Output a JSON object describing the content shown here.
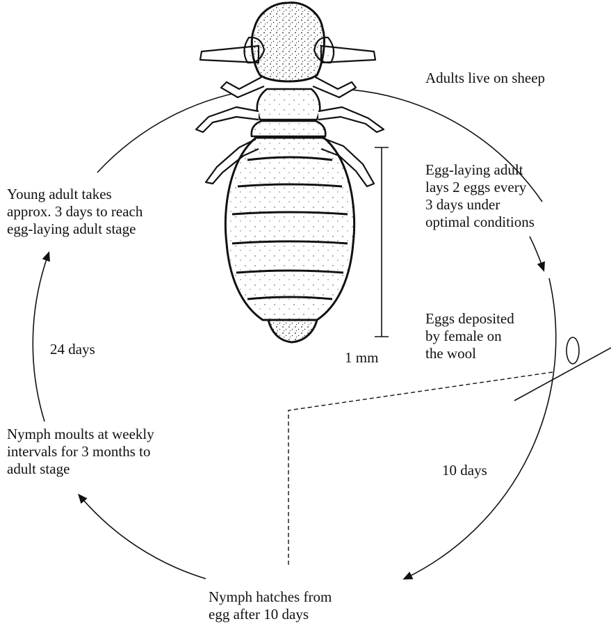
{
  "labels": {
    "adults_live": "Adults live on sheep",
    "egg_laying": "Egg-laying adult\nlays 2 eggs every\n3 days under\noptimal conditions",
    "young_adult": "Young adult takes\napprox. 3 days to reach\negg-laying adult stage",
    "eggs_deposited": "Eggs deposited\nby female on\nthe wool",
    "scale_bar": "1 mm",
    "days_24": "24 days",
    "days_10": "10 days",
    "nymph_moults": "Nymph moults at weekly\nintervals for 3 months to\nadult stage",
    "nymph_hatches": "Nymph hatches from\negg after 10 days"
  },
  "icons": {
    "louse": "sheep-louse-illustration",
    "egg": "louse-egg-on-wool-fibre"
  },
  "colors": {
    "ink": "#111111",
    "background": "#ffffff"
  }
}
